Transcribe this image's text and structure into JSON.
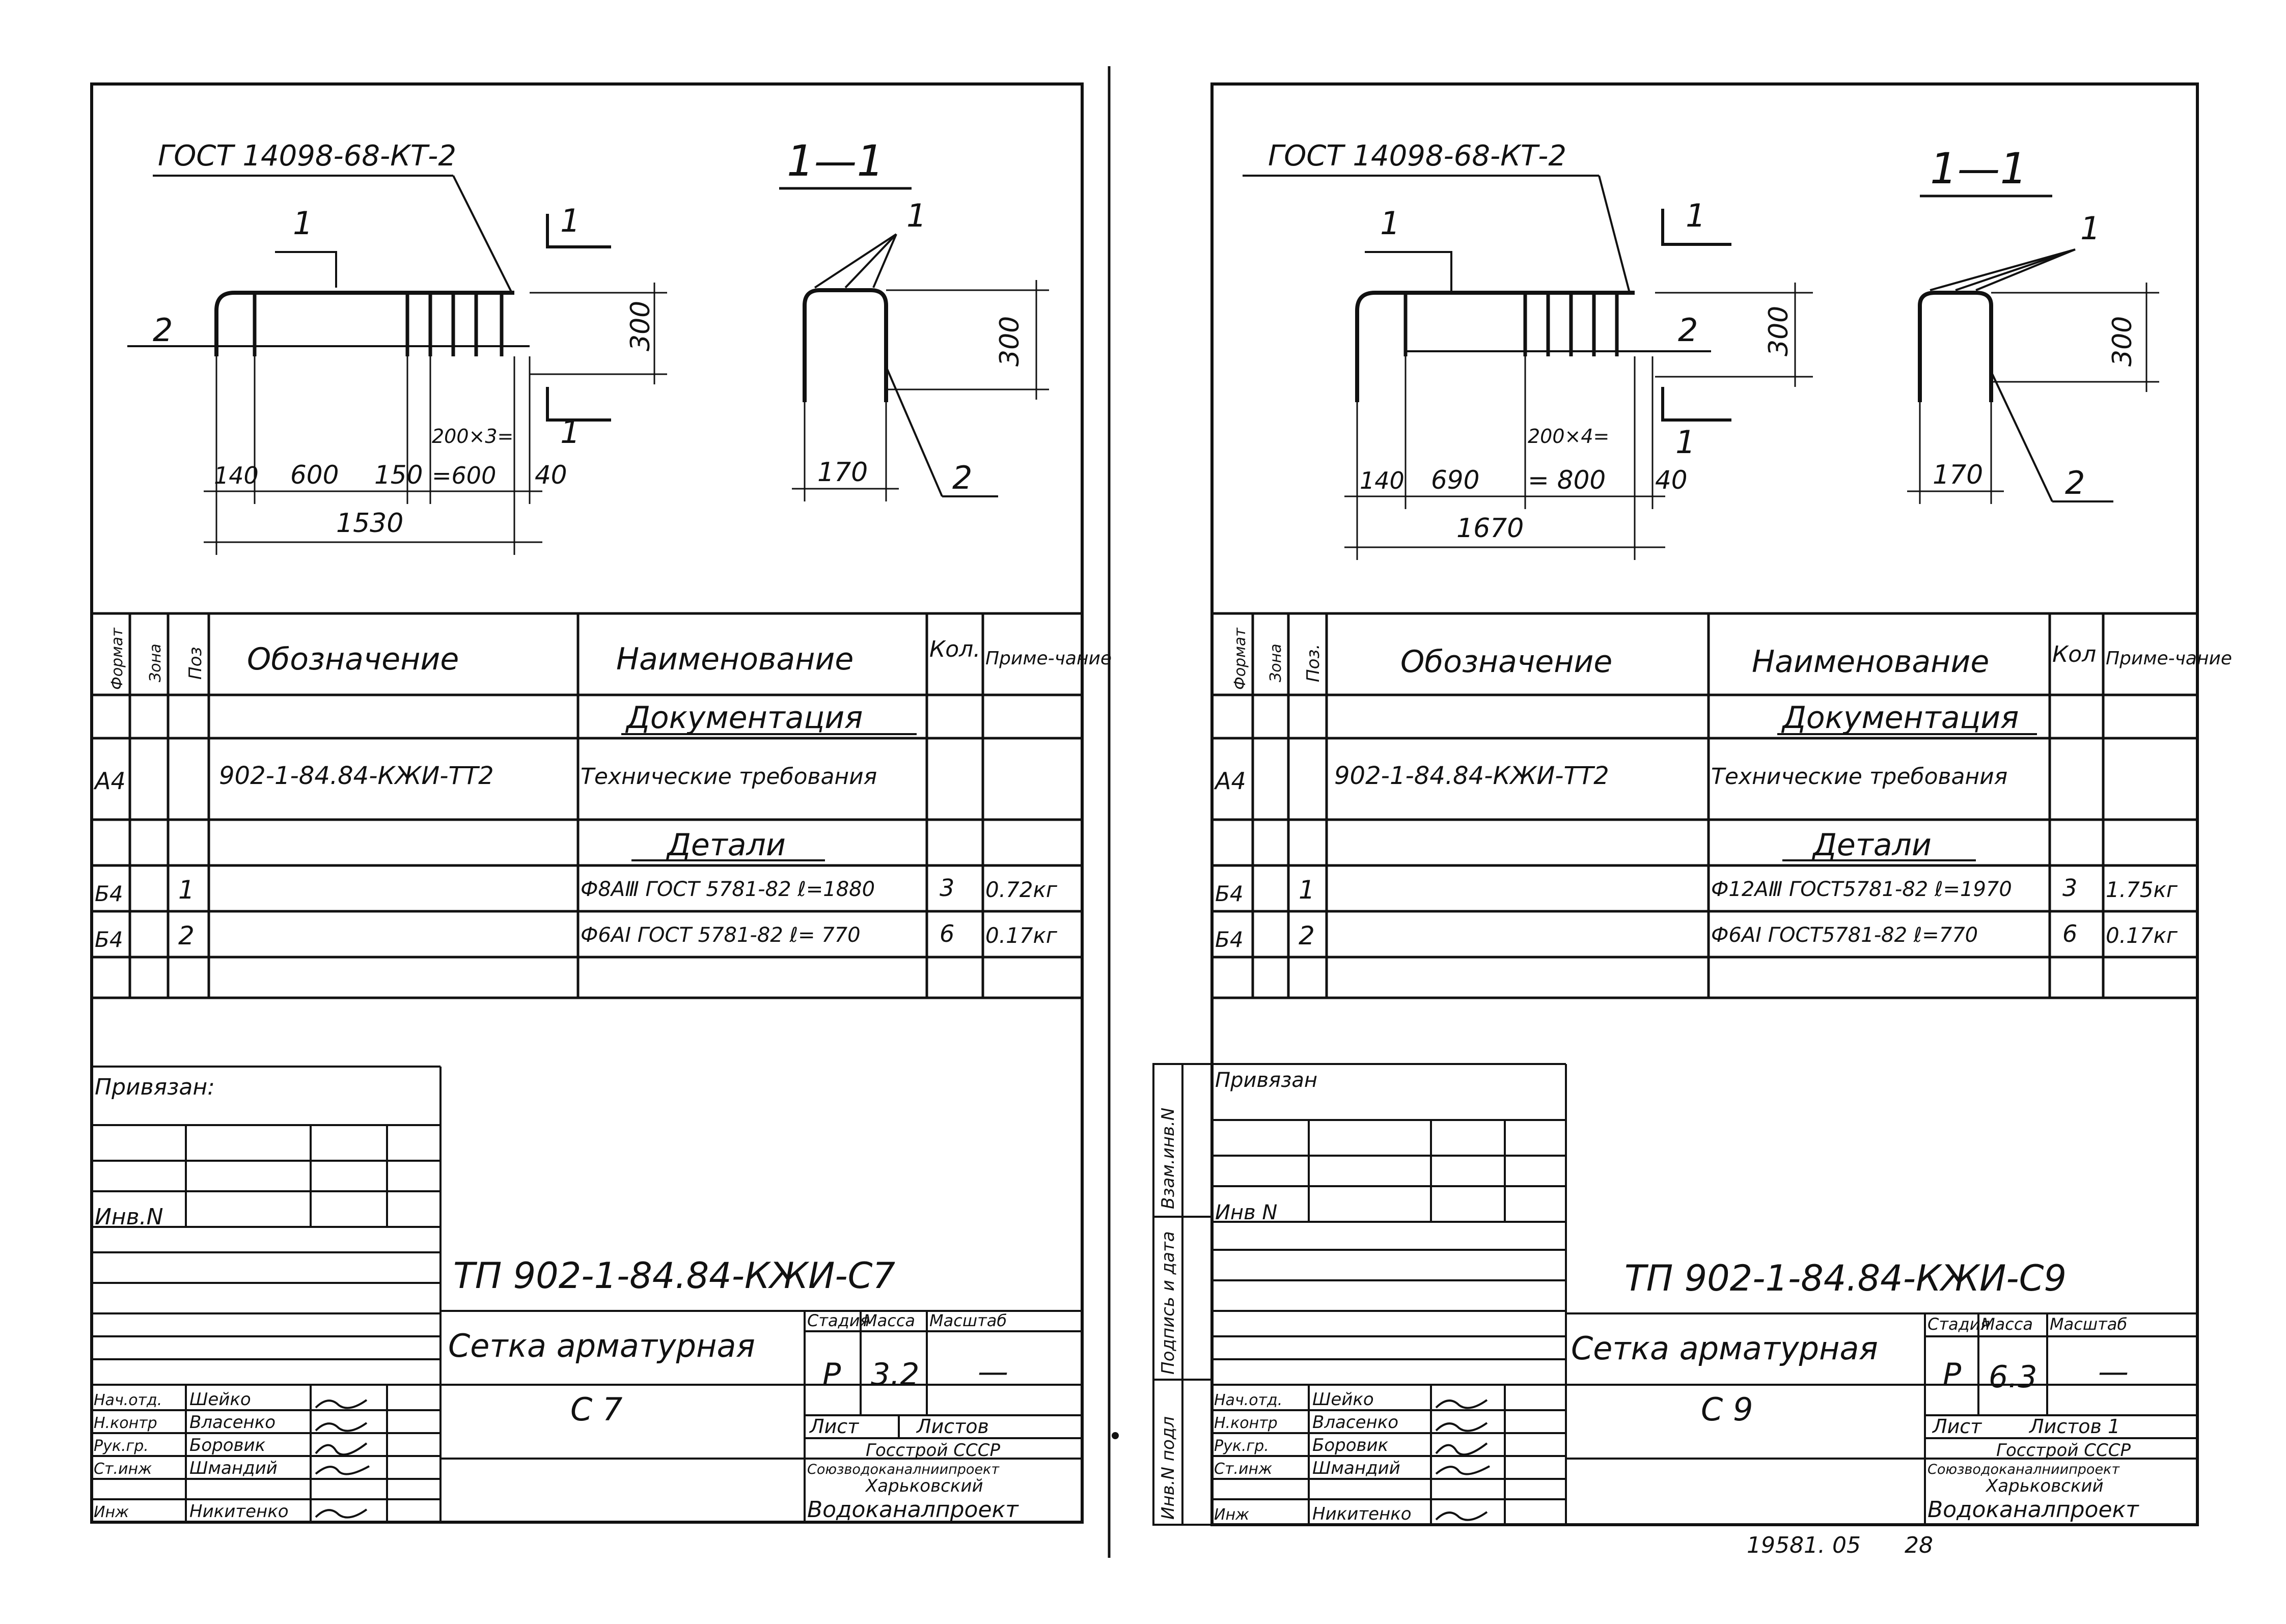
{
  "sheets": [
    {
      "gost_label": "ГОСТ 14098-68-КТ-2",
      "pos1": "1",
      "pos2": "2",
      "section_title": "1—1",
      "cut_mark": "1",
      "dims": {
        "height": "300",
        "d1": "140",
        "d2": "600",
        "d3": "150",
        "d4a": "200×3=",
        "d4b": "=600",
        "d5": "40",
        "total": "1530",
        "sec_height": "300",
        "sec_width": "170",
        "sec_pos1": "1",
        "sec_pos2": "2"
      },
      "table": {
        "headers": {
          "format": "Формат",
          "zone": "Зона",
          "pos": "Поз",
          "designation": "Обозначение",
          "name": "Наименование",
          "qty": "Кол.",
          "note": "Приме-чание"
        },
        "section_docs": "Документация",
        "doc_row": {
          "format": "А4",
          "designation": "902-1-84.84-КЖИ-ТТ2",
          "name": "Технические требования"
        },
        "section_parts": "Детали",
        "rows": [
          {
            "format": "Б4",
            "pos": "1",
            "name": "Ф8АⅢ ГОСТ 5781-82 ℓ=1880",
            "qty": "3",
            "note": "0.72кг"
          },
          {
            "format": "Б4",
            "pos": "2",
            "name": "Ф6АⅠ ГОСТ 5781-82 ℓ= 770",
            "qty": "6",
            "note": "0.17кг"
          }
        ]
      },
      "stamp": {
        "privyazan": "Привязан:",
        "inv": "Инв.N",
        "code": "ТП 902-1-84.84-КЖИ-С7",
        "title": "Сетка арматурная",
        "mark": "С 7",
        "stage_h": "Стадия",
        "mass_h": "Масса",
        "scale_h": "Масштаб",
        "stage": "Р",
        "mass": "3.2",
        "scale": "—",
        "list": "Лист",
        "lists": "Листов",
        "org1": "Госстрой СССР",
        "org2": "Союзводоканалниипроект",
        "org3": "Харьковский",
        "org4": "Водоканалпроект",
        "people": [
          {
            "role": "Нач.отд.",
            "name": "Шейко"
          },
          {
            "role": "Н.контр",
            "name": "Власенко"
          },
          {
            "role": "Рук.гр.",
            "name": "Боровик"
          },
          {
            "role": "Ст.инж",
            "name": "Шмандий"
          },
          {
            "role": "Инж",
            "name": "Никитенко"
          }
        ]
      }
    },
    {
      "gost_label": "ГОСТ 14098-68-КТ-2",
      "pos1": "1",
      "pos2": "2",
      "section_title": "1—1",
      "cut_mark": "1",
      "dims": {
        "height": "300",
        "d1": "140",
        "d2": "690",
        "d4a": "200×4=",
        "d4b": "= 800",
        "d5": "40",
        "total": "1670",
        "sec_height": "300",
        "sec_width": "170",
        "sec_pos1": "1",
        "sec_pos2": "2"
      },
      "table": {
        "headers": {
          "format": "Формат",
          "zone": "Зона",
          "pos": "Поз.",
          "designation": "Обозначение",
          "name": "Наименование",
          "qty": "Кол",
          "note": "Приме-чание"
        },
        "section_docs": "Документация",
        "doc_row": {
          "format": "А4",
          "designation": "902-1-84.84-КЖИ-ТТ2",
          "name": "Технические требования"
        },
        "section_parts": "Детали",
        "rows": [
          {
            "format": "Б4",
            "pos": "1",
            "name": "Ф12АⅢ ГОСТ5781-82 ℓ=1970",
            "qty": "3",
            "note": "1.75кг"
          },
          {
            "format": "Б4",
            "pos": "2",
            "name": "Ф6АⅠ ГОСТ5781-82 ℓ=770",
            "qty": "6",
            "note": "0.17кг"
          }
        ]
      },
      "stamp": {
        "privyazan": "Привязан",
        "inv": "Инв N",
        "code": "ТП 902-1-84.84-КЖИ-С9",
        "title": "Сетка арматурная",
        "mark": "С 9",
        "stage_h": "Стадия",
        "mass_h": "Масса",
        "scale_h": "Масштаб",
        "stage": "Р",
        "mass": "6.3",
        "scale": "—",
        "list": "Лист",
        "lists": "Листов 1",
        "org1": "Госстрой СССР",
        "org2": "Союзводоканалниипроект",
        "org3": "Харьковский",
        "org4": "Водоканалпроект",
        "people": [
          {
            "role": "Нач.отд.",
            "name": "Шейко"
          },
          {
            "role": "Н.контр",
            "name": "Власенко"
          },
          {
            "role": "Рук.гр.",
            "name": "Боровик"
          },
          {
            "role": "Ст.инж",
            "name": "Шмандий"
          },
          {
            "role": "Инж",
            "name": "Никитенко"
          }
        ]
      },
      "side_labels": {
        "a": "Взам.инв.N",
        "b": "Подпись и дата",
        "c": "Инв.N подл"
      }
    }
  ],
  "footer": {
    "number": "19581. 05",
    "page": "28"
  }
}
